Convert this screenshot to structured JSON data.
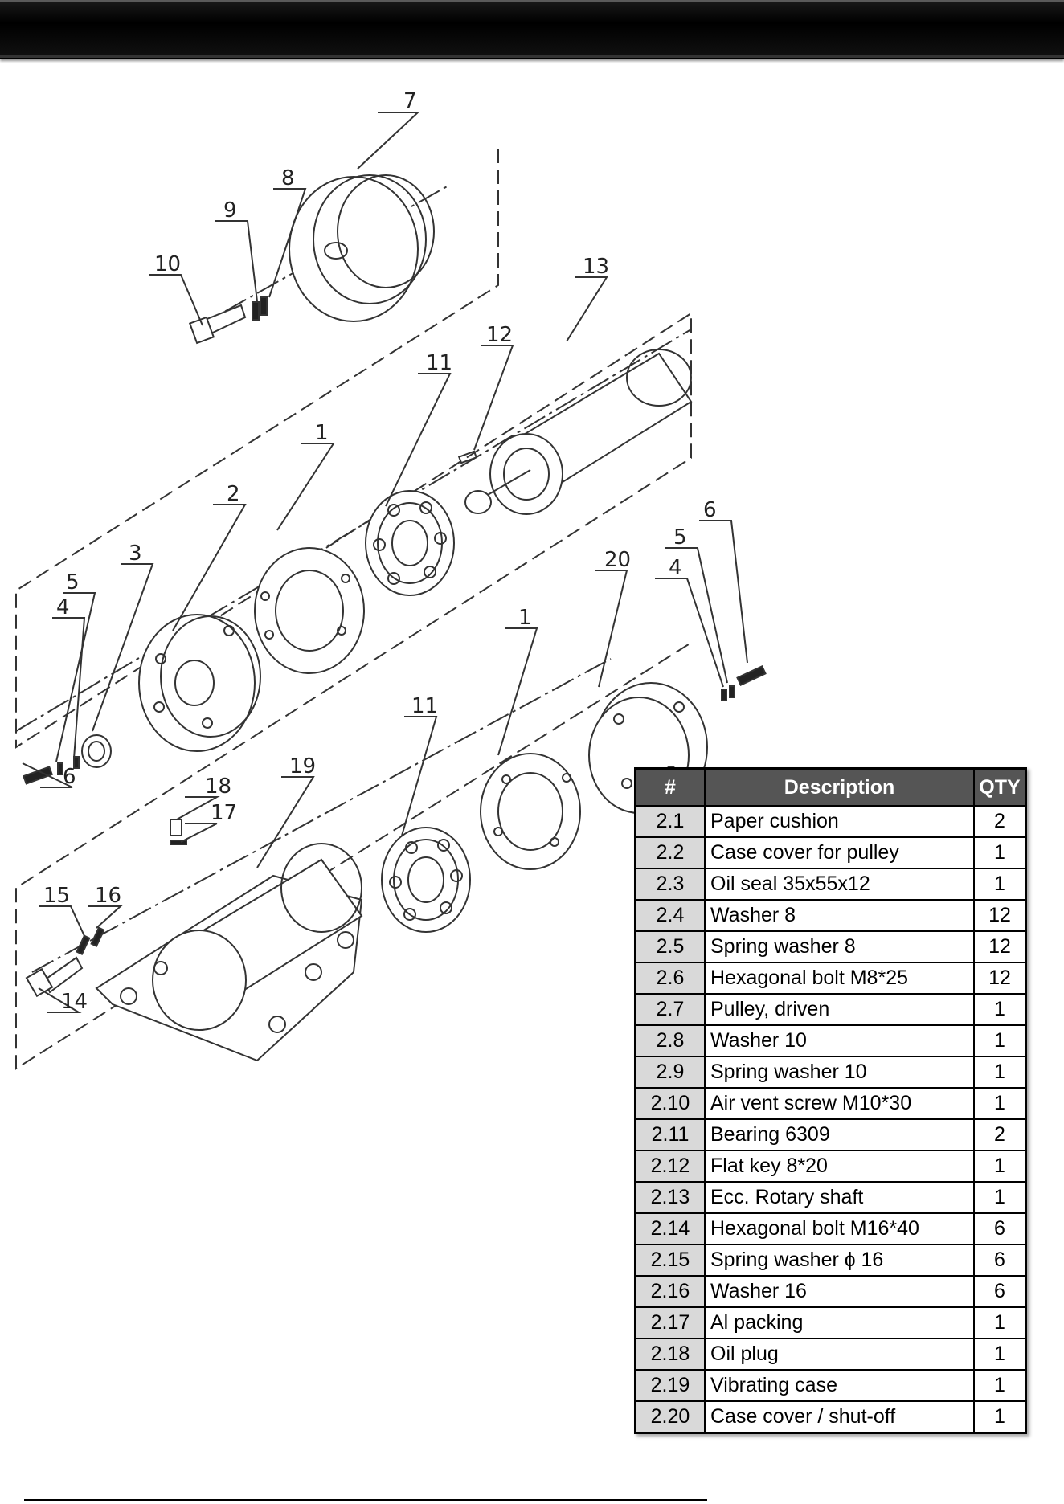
{
  "drawing": {
    "callouts": [
      "7",
      "8",
      "9",
      "10",
      "13",
      "12",
      "11",
      "1",
      "2",
      "3",
      "5",
      "4",
      "6",
      "6",
      "5",
      "4",
      "20",
      "1",
      "11",
      "18",
      "17",
      "19",
      "16",
      "15",
      "14"
    ]
  },
  "parts_table": {
    "headers": {
      "num": "#",
      "description": "Description",
      "qty": "QTY"
    },
    "rows": [
      {
        "num": "2.1",
        "description": "Paper cushion",
        "qty": "2"
      },
      {
        "num": "2.2",
        "description": "Case cover for pulley",
        "qty": "1"
      },
      {
        "num": "2.3",
        "description": "Oil seal 35x55x12",
        "qty": "1"
      },
      {
        "num": "2.4",
        "description": "Washer 8",
        "qty": "12"
      },
      {
        "num": "2.5",
        "description": "Spring washer 8",
        "qty": "12"
      },
      {
        "num": "2.6",
        "description": "Hexagonal bolt M8*25",
        "qty": "12"
      },
      {
        "num": "2.7",
        "description": "Pulley, driven",
        "qty": "1"
      },
      {
        "num": "2.8",
        "description": "Washer 10",
        "qty": "1"
      },
      {
        "num": "2.9",
        "description": "Spring washer 10",
        "qty": "1"
      },
      {
        "num": "2.10",
        "description": "Air vent screw M10*30",
        "qty": "1"
      },
      {
        "num": "2.11",
        "description": "Bearing 6309",
        "qty": "2"
      },
      {
        "num": "2.12",
        "description": "Flat key 8*20",
        "qty": "1"
      },
      {
        "num": "2.13",
        "description": "Ecc. Rotary shaft",
        "qty": "1"
      },
      {
        "num": "2.14",
        "description": "Hexagonal bolt M16*40",
        "qty": "6"
      },
      {
        "num": "2.15",
        "description": "Spring washer  ɸ 16",
        "qty": "6"
      },
      {
        "num": "2.16",
        "description": "Washer 16",
        "qty": "6"
      },
      {
        "num": "2.17",
        "description": "Al packing",
        "qty": "1"
      },
      {
        "num": "2.18",
        "description": "Oil plug",
        "qty": "1"
      },
      {
        "num": "2.19",
        "description": "Vibrating case",
        "qty": "1"
      },
      {
        "num": "2.20",
        "description": "Case cover / shut-off",
        "qty": "1"
      }
    ]
  }
}
